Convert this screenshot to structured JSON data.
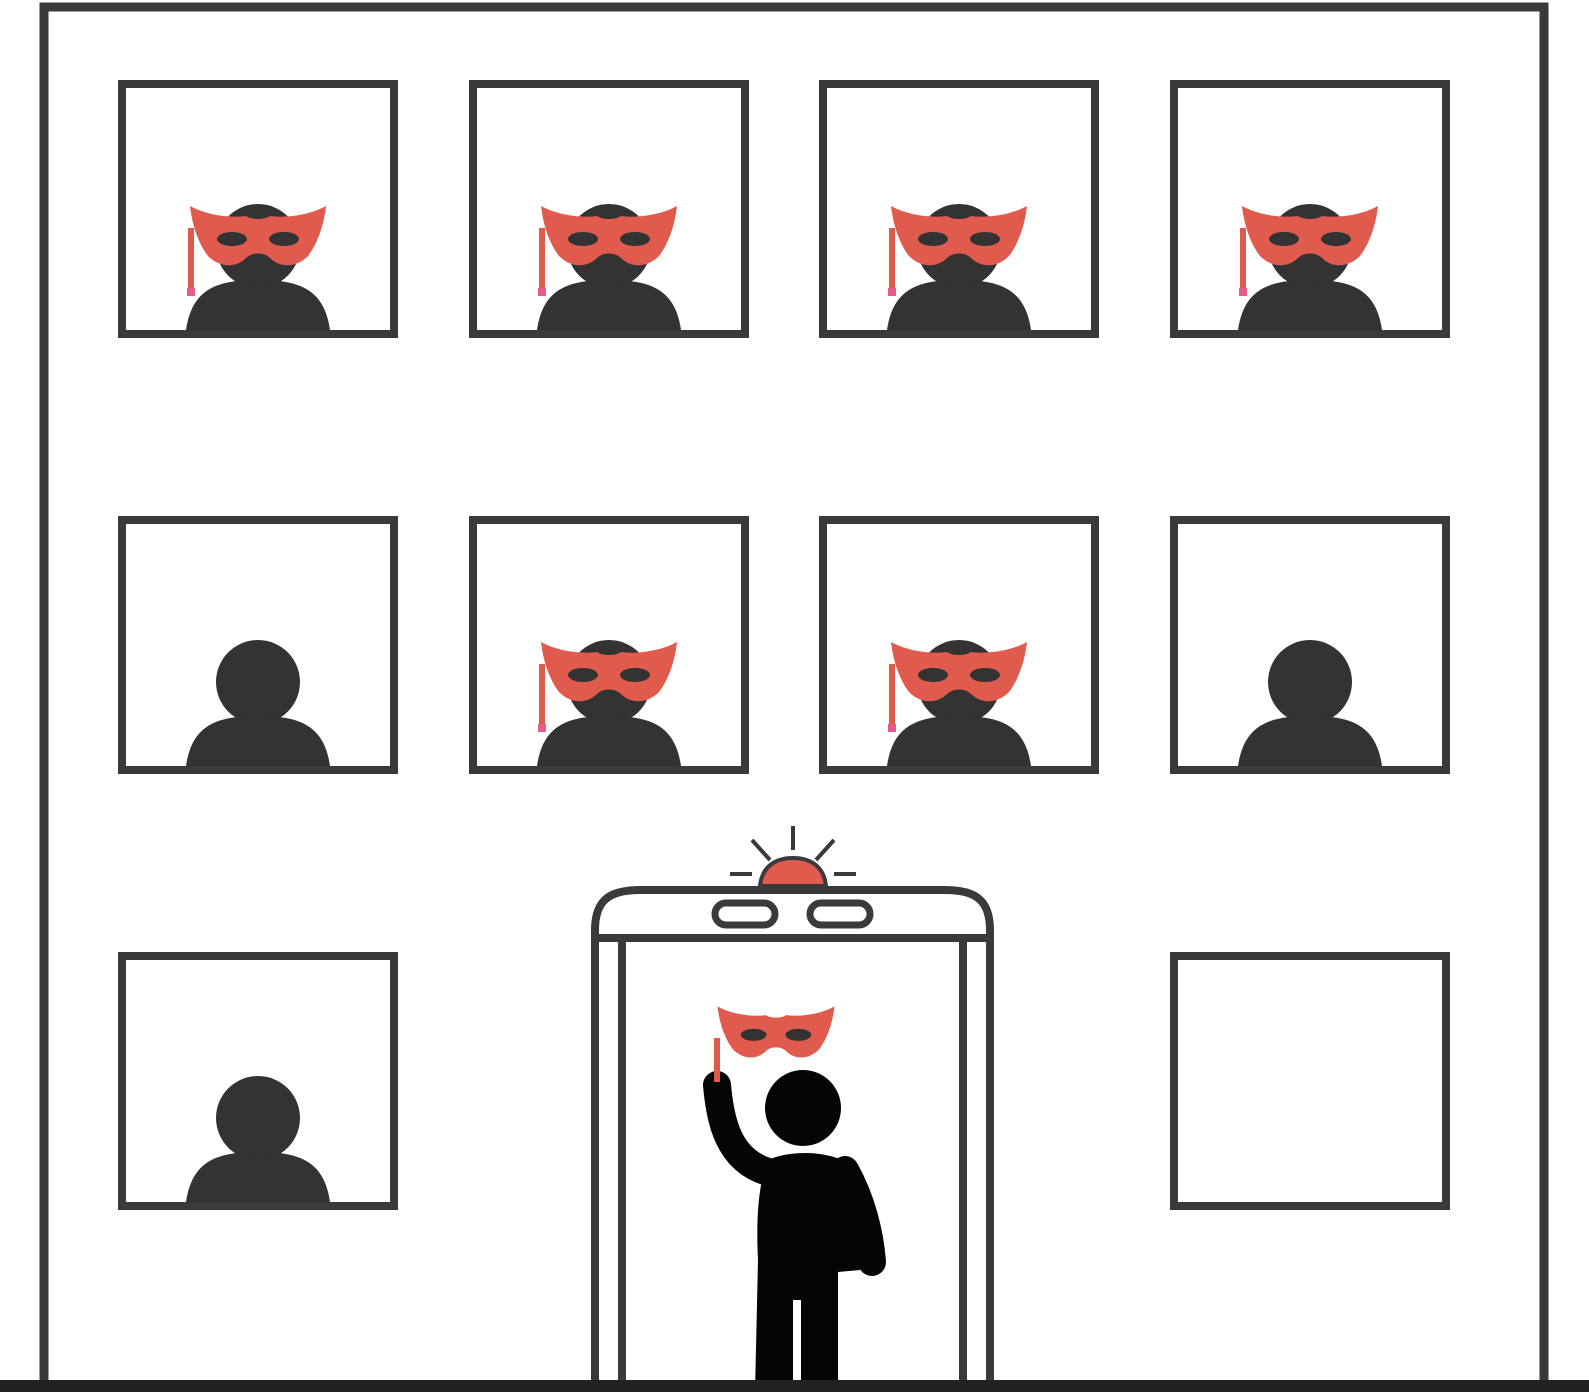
{
  "colors": {
    "background": "#ffffff",
    "outline": "#3a3a3a",
    "figure": "#333333",
    "mask": "#e05a4e",
    "mask_stick_highlight": "#e85a8a",
    "walker": "#050505",
    "ground": "#222222"
  },
  "building": {
    "windows": [
      {
        "row": 1,
        "col": 1,
        "occupant": "masked-person"
      },
      {
        "row": 1,
        "col": 2,
        "occupant": "masked-person"
      },
      {
        "row": 1,
        "col": 3,
        "occupant": "masked-person"
      },
      {
        "row": 1,
        "col": 4,
        "occupant": "masked-person"
      },
      {
        "row": 2,
        "col": 1,
        "occupant": "person"
      },
      {
        "row": 2,
        "col": 2,
        "occupant": "masked-person"
      },
      {
        "row": 2,
        "col": 3,
        "occupant": "masked-person"
      },
      {
        "row": 2,
        "col": 4,
        "occupant": "person"
      },
      {
        "row": 3,
        "col": 1,
        "occupant": "person"
      },
      {
        "row": 3,
        "col": 4,
        "occupant": "empty"
      }
    ],
    "entrance": {
      "type": "security-gate",
      "alarm_light": "on",
      "visitor": "person-holding-mask"
    }
  },
  "icons": [
    "mask-icon",
    "person-icon",
    "alarm-light-icon",
    "security-gate-icon"
  ]
}
